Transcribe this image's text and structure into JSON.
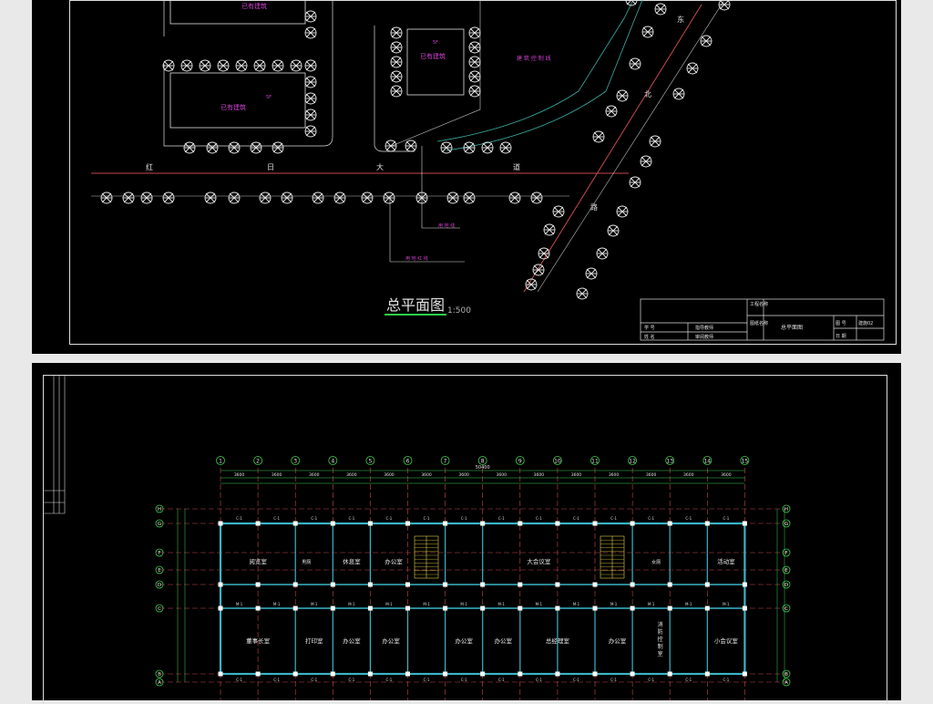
{
  "site_plan": {
    "existing_building": "已有建筑",
    "existing_building_5f": "已有建筑",
    "floors_5f": "5F",
    "control_line": "建 筑 控 制 线",
    "road_west_chars": [
      "红",
      "日",
      "大",
      "道"
    ],
    "road_east_chars": [
      "东",
      "北",
      "路"
    ],
    "setback_line": "用 地 红 线",
    "setback_short": "用 地 线",
    "title": "总平面图",
    "scale": "1:500"
  },
  "title_block": {
    "project_name": "工程名称",
    "drawing_name": "图纸名称",
    "drawing_value": "总平面图",
    "drawing_no_label": "图 号",
    "drawing_no_value": "建施02",
    "date_label": "日 期",
    "student_id": "学 号",
    "student_name": "姓 名",
    "advisor": "指导教师",
    "reviewer": "审阅教师"
  },
  "floor_plan": {
    "axis_numbers": [
      "1",
      "2",
      "3",
      "4",
      "5",
      "6",
      "7",
      "8",
      "9",
      "10",
      "11",
      "12",
      "13",
      "14",
      "15"
    ],
    "axis_letters": [
      "H",
      "G",
      "F",
      "E",
      "D",
      "C",
      "B",
      "A"
    ],
    "total_dim": "50400",
    "bay_dim": "3600",
    "rooms_top": [
      "阅览室",
      "男厕",
      "休息室",
      "办公室",
      "大会议室",
      "女厕",
      "活动室"
    ],
    "rooms_bottom": [
      "董事长室",
      "打印室",
      "办公室",
      "办公室",
      "办公室",
      "办公室",
      "总经理室",
      "办公室",
      "消防控制室",
      "小会议室"
    ],
    "door_code": "M-1",
    "window_code": "C-1"
  }
}
